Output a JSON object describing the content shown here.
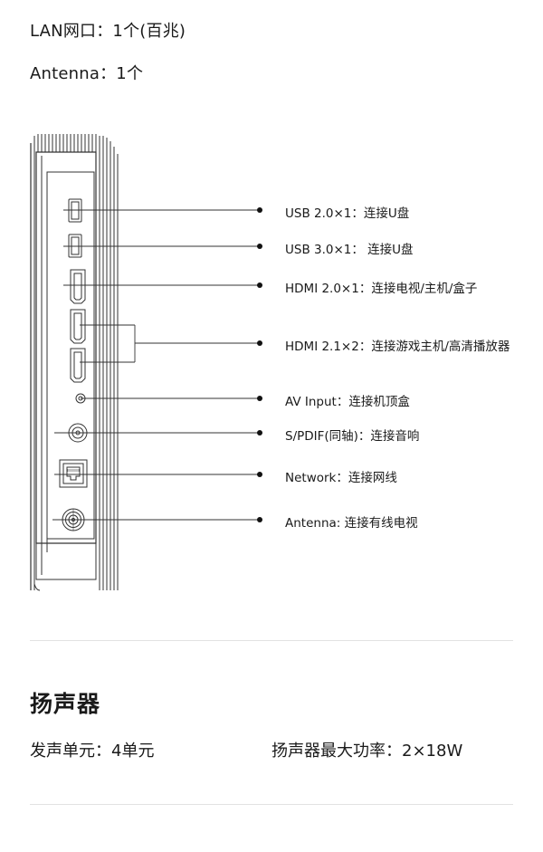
{
  "specs": {
    "lan": "LAN网口：1个(百兆)",
    "antenna": "Antenna：1个"
  },
  "ports": [
    {
      "label": "USB 2.0×1：连接U盘"
    },
    {
      "label": "USB 3.0×1： 连接U盘"
    },
    {
      "label": "HDMI 2.0×1：连接电视/主机/盒子"
    },
    {
      "label": "HDMI 2.1×2：连接游戏主机/高清播放器"
    },
    {
      "label": "AV Input：连接机顶盒"
    },
    {
      "label": "S/PDIF(同轴)：连接音响"
    },
    {
      "label": "Network：连接网线"
    },
    {
      "label": "Antenna: 连接有线电视"
    }
  ],
  "speaker_section": {
    "title": "扬声器",
    "units": "发声单元：4单元",
    "power": "扬声器最大功率：2×18W"
  }
}
